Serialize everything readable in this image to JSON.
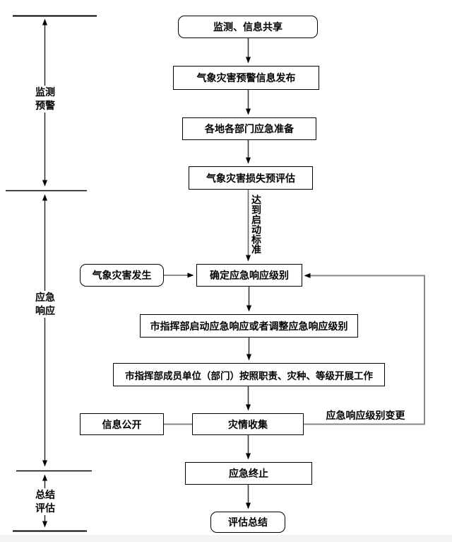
{
  "diagram": {
    "phases": [
      {
        "id": "monitoring-warning",
        "lines": [
          "监测",
          "预警"
        ]
      },
      {
        "id": "emergency-response",
        "lines": [
          "应急",
          "响应"
        ]
      },
      {
        "id": "summary-evaluation",
        "lines": [
          "总结",
          "评估"
        ]
      }
    ],
    "nodes": {
      "monitor_share": "监测、信息共享",
      "warning_release": "气象灾害预警信息发布",
      "dept_preparation": "各地各部门应急准备",
      "loss_preassessment": "气象灾害损失预评估",
      "disaster_occurs": "气象灾害发生",
      "determine_level": "确定应急响应级别",
      "launch_or_adjust": "市指挥部启动应急响应或者调整应急响应级别",
      "members_work": "市指挥部成员单位（部门）按照职责、灾种、等级开展工作",
      "info_disclosure": "信息公开",
      "disaster_collection": "灾情收集",
      "emergency_termination": "应急终止",
      "evaluation_summary": "评估总结"
    },
    "edge_labels": {
      "activation_criteria": "达到启动标准",
      "level_change": "应急响应级别变更"
    },
    "colors": {
      "line": "#000000",
      "flow_arrow": "#3a3a3a",
      "connector_gray": "#8a8a8a",
      "background": "#ffffff"
    }
  }
}
